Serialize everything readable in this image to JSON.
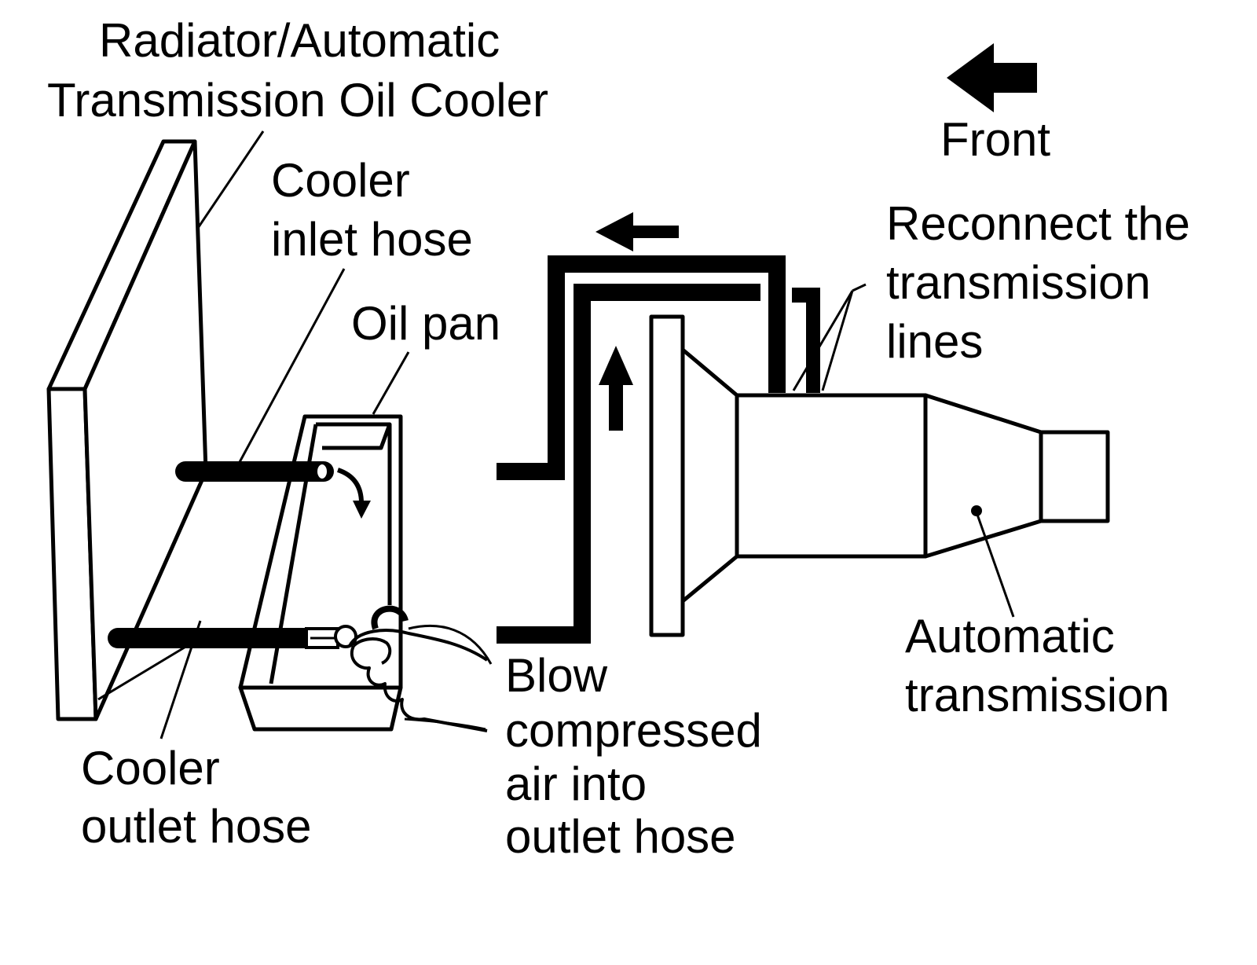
{
  "labels": {
    "radiator_line1": "Radiator/Automatic",
    "radiator_line2": "Transmission Oil Cooler",
    "front": "Front",
    "inlet_line1": "Cooler",
    "inlet_line2": "inlet hose",
    "oil_pan": "Oil pan",
    "reconnect_line1": "Reconnect the",
    "reconnect_line2": "transmission",
    "reconnect_line3": "lines",
    "auto_line1": "Automatic",
    "auto_line2": "transmission",
    "blow_line1": "Blow",
    "blow_line2": "compressed",
    "blow_line3": "air into",
    "blow_line4": "outlet hose",
    "outlet_line1": "Cooler",
    "outlet_line2": "outlet hose"
  },
  "colors": {
    "ink": "#000000",
    "paper": "#ffffff"
  }
}
